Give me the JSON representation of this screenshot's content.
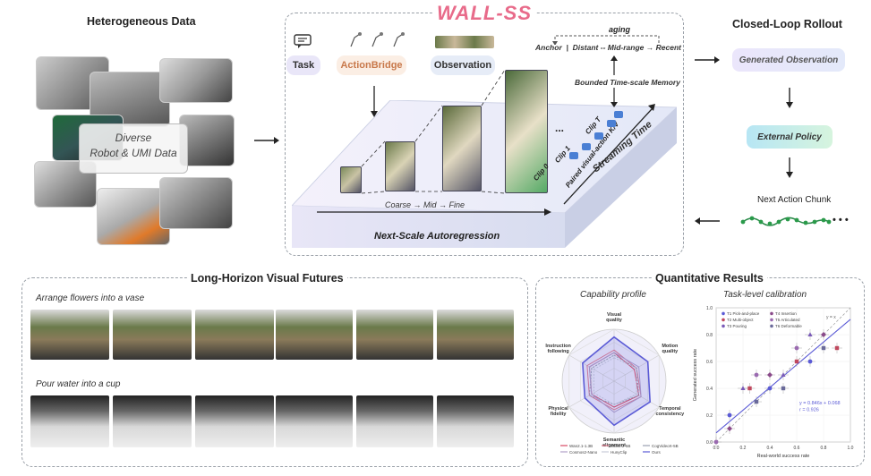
{
  "hetero": {
    "title": "Heterogeneous Data",
    "overlay_line1": "Diverse",
    "overlay_line2": "Robot & UMI Data"
  },
  "center": {
    "logo": "WALL-SS",
    "task_label": "Task",
    "actionbridge_label": "ActionBridge",
    "observation_label": "Observation",
    "aging": "aging",
    "anchor": "Anchor",
    "distant": "Distant",
    "mid_range": "Mid-range",
    "recent": "Recent",
    "memory": "Bounded Time-scale Memory",
    "coarse": "Coarse → Mid → Fine",
    "base": "Next-Scale Autoregression",
    "streaming": "Streaming Time",
    "clip0": "Clip 0",
    "clip1": "Clip 1",
    "clipT": "Clip T",
    "paired": "Paired visual-action K/V",
    "dots": "..."
  },
  "rollout": {
    "title": "Closed-Loop Rollout",
    "generated": "Generated Observation",
    "policy": "External Policy",
    "next": "Next Action Chunk",
    "dots": "• • •"
  },
  "visual": {
    "title": "Long-Horizon Visual Futures",
    "row1": "Arrange flowers into a vase",
    "row2": "Pour water into a cup"
  },
  "quant": {
    "title": "Quantitative Results",
    "radar_title": "Capability profile",
    "scatter_title": "Task-level calibration"
  },
  "chart_data": [
    {
      "type": "radar",
      "title": "Capability profile",
      "axes": [
        "Visual quality",
        "Motion quality",
        "Temporal consistency",
        "Semantic alignment",
        "Physical fidelity",
        "Instruction following"
      ],
      "series": [
        {
          "name": "Wan2.1-1.3B",
          "values": [
            0.55,
            0.45,
            0.55,
            0.5,
            0.5,
            0.55
          ]
        },
        {
          "name": "Wan2.2-5B",
          "values": [
            0.6,
            0.5,
            0.6,
            0.55,
            0.55,
            0.6
          ]
        },
        {
          "name": "CogVideoX-5B",
          "values": [
            0.5,
            0.5,
            0.55,
            0.45,
            0.55,
            0.5
          ]
        },
        {
          "name": "Cosmos2-Nano",
          "values": [
            0.55,
            0.55,
            0.6,
            0.6,
            0.5,
            0.55
          ]
        },
        {
          "name": "HunyClip",
          "values": [
            0.45,
            0.5,
            0.5,
            0.45,
            0.45,
            0.45
          ]
        },
        {
          "name": "Ours",
          "values": [
            0.85,
            0.75,
            0.8,
            0.85,
            0.65,
            0.7
          ]
        }
      ],
      "colors": [
        "#d94a63",
        "#e07b8e",
        "#9aa0b0",
        "#b0a0c8",
        "#c8ccd8",
        "#5b5bd6"
      ]
    },
    {
      "type": "scatter",
      "title": "Task-level calibration",
      "xlabel": "Real-world success rate",
      "ylabel": "Generated success rate",
      "xlim": [
        0.0,
        1.0
      ],
      "ylim": [
        0.0,
        1.0
      ],
      "xticks": [
        "0.0",
        "0.2",
        "0.4",
        "0.6",
        "0.8",
        "1.0"
      ],
      "yticks": [
        "0.0",
        "0.2",
        "0.4",
        "0.6",
        "0.8",
        "1.0"
      ],
      "legend": [
        "T1 Pick-and-place",
        "T2 Multi-object",
        "T3 Pouring",
        "T4 Insertion",
        "T5 Articulated",
        "T6 Deformable"
      ],
      "annotation_line1": "y = 0.846x + 0.068",
      "annotation_line2": "r = 0.926",
      "ref_label": "y = x",
      "points": [
        {
          "x": 0.0,
          "y": 0.0,
          "g": 4
        },
        {
          "x": 0.1,
          "y": 0.2,
          "g": 0
        },
        {
          "x": 0.1,
          "y": 0.1,
          "g": 3
        },
        {
          "x": 0.2,
          "y": 0.4,
          "g": 2
        },
        {
          "x": 0.3,
          "y": 0.3,
          "g": 5
        },
        {
          "x": 0.25,
          "y": 0.4,
          "g": 1
        },
        {
          "x": 0.3,
          "y": 0.5,
          "g": 4
        },
        {
          "x": 0.4,
          "y": 0.4,
          "g": 0
        },
        {
          "x": 0.4,
          "y": 0.5,
          "g": 3
        },
        {
          "x": 0.5,
          "y": 0.5,
          "g": 2
        },
        {
          "x": 0.5,
          "y": 0.4,
          "g": 5
        },
        {
          "x": 0.6,
          "y": 0.6,
          "g": 1
        },
        {
          "x": 0.6,
          "y": 0.7,
          "g": 4
        },
        {
          "x": 0.7,
          "y": 0.6,
          "g": 0
        },
        {
          "x": 0.7,
          "y": 0.8,
          "g": 2
        },
        {
          "x": 0.8,
          "y": 0.8,
          "g": 3
        },
        {
          "x": 0.8,
          "y": 0.7,
          "g": 5
        },
        {
          "x": 0.9,
          "y": 0.7,
          "g": 1
        }
      ],
      "group_colors": [
        "#5b5bd6",
        "#c0485e",
        "#7a5ab8",
        "#8a4a8a",
        "#9a6ab0",
        "#6a6a9a"
      ]
    }
  ]
}
